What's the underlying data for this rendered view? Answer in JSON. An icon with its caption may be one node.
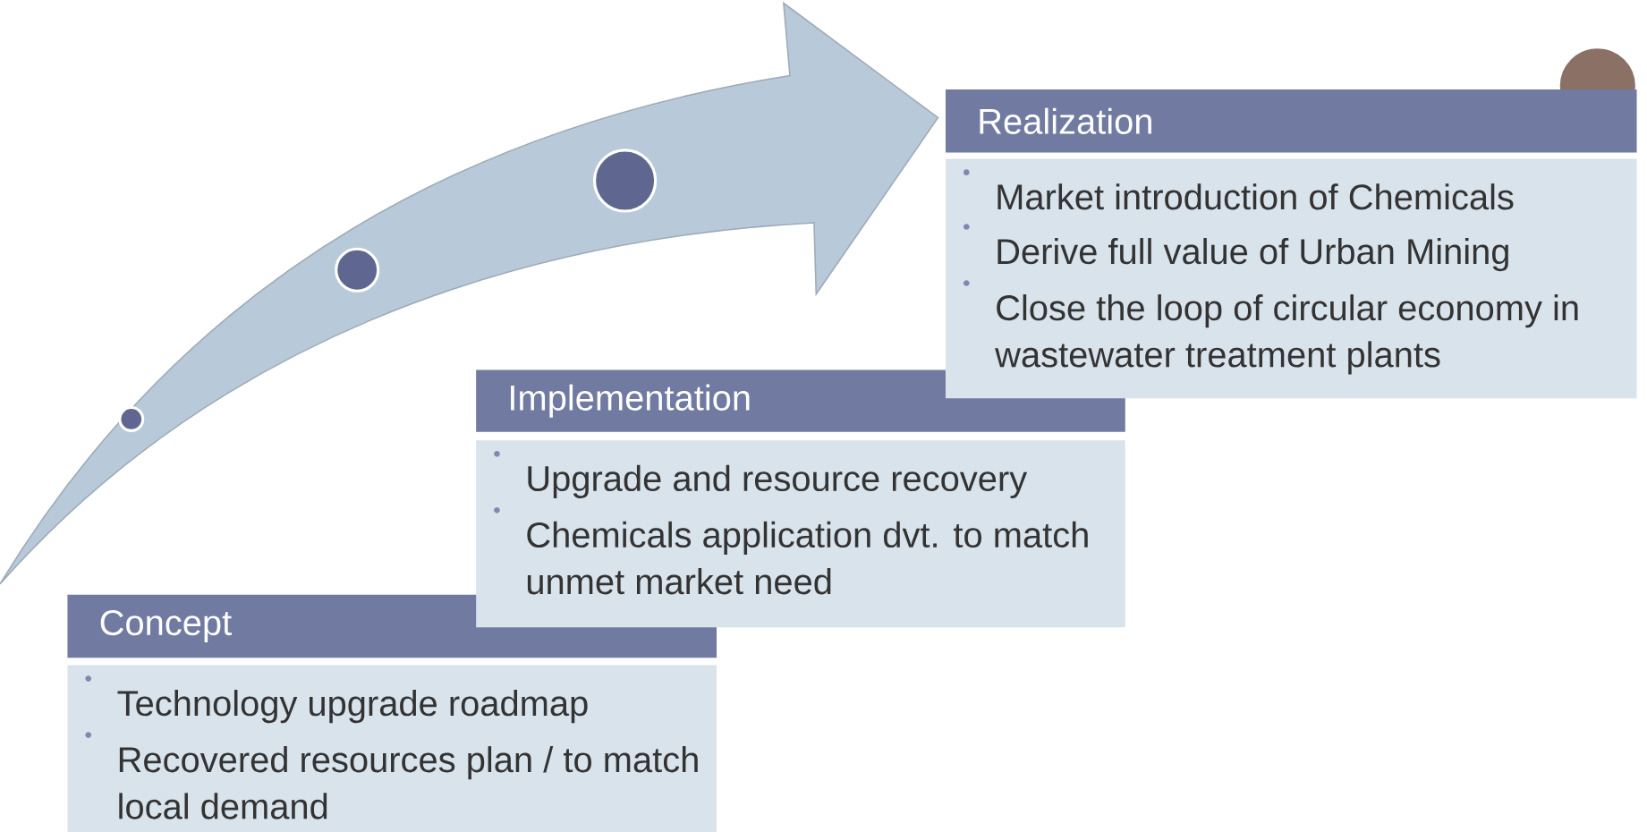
{
  "diagram": {
    "nodes": [
      {
        "text": [
          "Concept"
        ]
      },
      {
        "text": [
          "Technology upgrade roadmap",
          "Recovered resources plan / to match local demand"
        ]
      },
      {
        "text": [
          "Implementation"
        ]
      },
      {
        "text": [
          "Upgrade and resource recovery",
          "Chemicals application dvt. to match unmet market need"
        ]
      },
      {
        "text": [
          "Realization"
        ]
      },
      {
        "text": [
          "Market introduction of Chemicals",
          "Derive full value of Urban Mining",
          "Close the loop of circular economy in wastewater treatment plants"
        ]
      }
    ]
  }
}
